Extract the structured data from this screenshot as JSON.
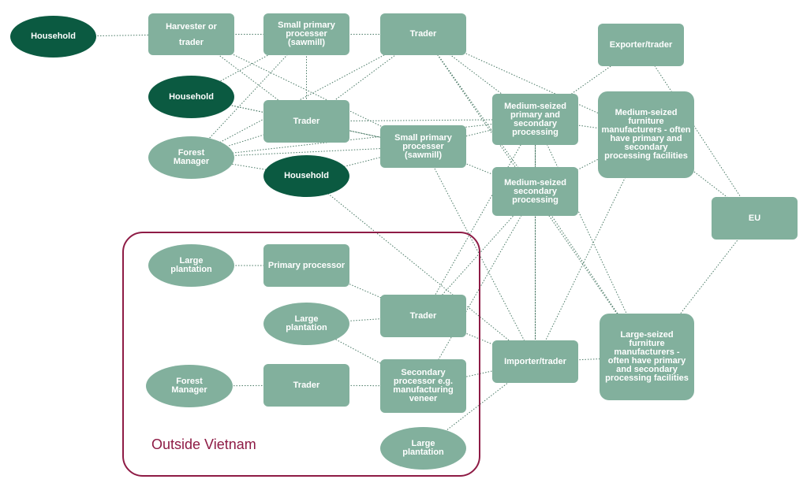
{
  "diagram": {
    "region_label": "Outside Vietnam",
    "colors": {
      "dark_node": "#0b5a41",
      "light_node": "#82b09d",
      "region_border": "#8e1b45",
      "edge": "#4a7a66"
    },
    "nodes": [
      {
        "id": "household-1",
        "label": "Household",
        "shape": "ellipse",
        "tone": "dark"
      },
      {
        "id": "harvester-trader",
        "label": "Harvester or trader",
        "shape": "rect",
        "tone": "light"
      },
      {
        "id": "small-primary-1",
        "label": "Small primary processer (sawmill)",
        "shape": "rect",
        "tone": "light"
      },
      {
        "id": "trader-top",
        "label": "Trader",
        "shape": "rect",
        "tone": "light"
      },
      {
        "id": "exporter-trader",
        "label": "Exporter/trader",
        "shape": "rect",
        "tone": "light"
      },
      {
        "id": "household-2",
        "label": "Household",
        "shape": "ellipse",
        "tone": "dark"
      },
      {
        "id": "trader-mid",
        "label": "Trader",
        "shape": "rect",
        "tone": "light"
      },
      {
        "id": "forest-manager-1",
        "label": "Forest Manager",
        "shape": "ellipse",
        "tone": "light"
      },
      {
        "id": "household-3",
        "label": "Household",
        "shape": "ellipse",
        "tone": "dark"
      },
      {
        "id": "small-primary-2",
        "label": "Small primary processer (sawmill)",
        "shape": "rect",
        "tone": "light"
      },
      {
        "id": "medium-primary-secondary",
        "label": "Medium-seized primary and secondary processing",
        "shape": "rect",
        "tone": "light"
      },
      {
        "id": "medium-furniture",
        "label": "Medium-seized furniture manufacturers - often have primary and secondary processing facilities",
        "shape": "rect",
        "tone": "light"
      },
      {
        "id": "medium-secondary",
        "label": "Medium-seized secondary processing",
        "shape": "rect",
        "tone": "light"
      },
      {
        "id": "eu",
        "label": "EU",
        "shape": "rect",
        "tone": "light"
      },
      {
        "id": "large-plantation-1",
        "label": "Large plantation",
        "shape": "ellipse",
        "tone": "light"
      },
      {
        "id": "primary-processor",
        "label": "Primary processor",
        "shape": "rect",
        "tone": "light"
      },
      {
        "id": "large-plantation-2",
        "label": "Large plantation",
        "shape": "ellipse",
        "tone": "light"
      },
      {
        "id": "trader-outside",
        "label": "Trader",
        "shape": "rect",
        "tone": "light"
      },
      {
        "id": "importer-trader",
        "label": "Importer/trader",
        "shape": "rect",
        "tone": "light"
      },
      {
        "id": "large-furniture",
        "label": "Large-seized furniture manufacturers - often have primary and secondary processing facilities",
        "shape": "rect",
        "tone": "light"
      },
      {
        "id": "forest-manager-2",
        "label": "Forest Manager",
        "shape": "ellipse",
        "tone": "light"
      },
      {
        "id": "trader-bottom",
        "label": "Trader",
        "shape": "rect",
        "tone": "light"
      },
      {
        "id": "secondary-processor",
        "label": "Secondary processor e.g. manufacturing veneer",
        "shape": "rect",
        "tone": "light"
      },
      {
        "id": "large-plantation-3",
        "label": "Large plantation",
        "shape": "ellipse",
        "tone": "light"
      }
    ],
    "edges": [
      [
        "household-1",
        "harvester-trader"
      ],
      [
        "harvester-trader",
        "small-primary-1"
      ],
      [
        "harvester-trader",
        "trader-mid"
      ],
      [
        "harvester-trader",
        "small-primary-2"
      ],
      [
        "small-primary-1",
        "trader-top"
      ],
      [
        "small-primary-1",
        "trader-mid"
      ],
      [
        "small-primary-1",
        "household-2"
      ],
      [
        "small-primary-1",
        "forest-manager-1"
      ],
      [
        "trader-top",
        "trader-mid"
      ],
      [
        "trader-top",
        "forest-manager-1"
      ],
      [
        "trader-top",
        "medium-primary-secondary"
      ],
      [
        "trader-top",
        "medium-secondary"
      ],
      [
        "trader-top",
        "medium-furniture"
      ],
      [
        "trader-top",
        "large-furniture"
      ],
      [
        "household-2",
        "trader-mid"
      ],
      [
        "household-2",
        "small-primary-2"
      ],
      [
        "trader-mid",
        "forest-manager-1"
      ],
      [
        "trader-mid",
        "small-primary-2"
      ],
      [
        "trader-mid",
        "medium-primary-secondary"
      ],
      [
        "forest-manager-1",
        "small-primary-2"
      ],
      [
        "forest-manager-1",
        "household-3"
      ],
      [
        "forest-manager-1",
        "medium-primary-secondary"
      ],
      [
        "household-3",
        "small-primary-2"
      ],
      [
        "household-3",
        "importer-trader"
      ],
      [
        "small-primary-2",
        "medium-primary-secondary"
      ],
      [
        "small-primary-2",
        "medium-secondary"
      ],
      [
        "small-primary-2",
        "importer-trader"
      ],
      [
        "medium-primary-secondary",
        "exporter-trader"
      ],
      [
        "medium-primary-secondary",
        "medium-furniture"
      ],
      [
        "medium-primary-secondary",
        "large-furniture"
      ],
      [
        "medium-primary-secondary",
        "medium-secondary"
      ],
      [
        "medium-secondary",
        "medium-furniture"
      ],
      [
        "medium-secondary",
        "large-furniture"
      ],
      [
        "medium-secondary",
        "importer-trader"
      ],
      [
        "medium-secondary",
        "trader-outside"
      ],
      [
        "medium-secondary",
        "secondary-processor"
      ],
      [
        "exporter-trader",
        "eu"
      ],
      [
        "medium-furniture",
        "eu"
      ],
      [
        "large-furniture",
        "eu"
      ],
      [
        "large-plantation-1",
        "primary-processor"
      ],
      [
        "primary-processor",
        "trader-outside"
      ],
      [
        "large-plantation-2",
        "trader-outside"
      ],
      [
        "large-plantation-2",
        "secondary-processor"
      ],
      [
        "forest-manager-2",
        "trader-bottom"
      ],
      [
        "trader-bottom",
        "secondary-processor"
      ],
      [
        "trader-outside",
        "importer-trader"
      ],
      [
        "trader-outside",
        "medium-primary-secondary"
      ],
      [
        "secondary-processor",
        "importer-trader"
      ],
      [
        "large-plantation-3",
        "importer-trader"
      ],
      [
        "importer-trader",
        "large-furniture"
      ],
      [
        "importer-trader",
        "medium-furniture"
      ],
      [
        "importer-trader",
        "medium-primary-secondary"
      ]
    ]
  }
}
